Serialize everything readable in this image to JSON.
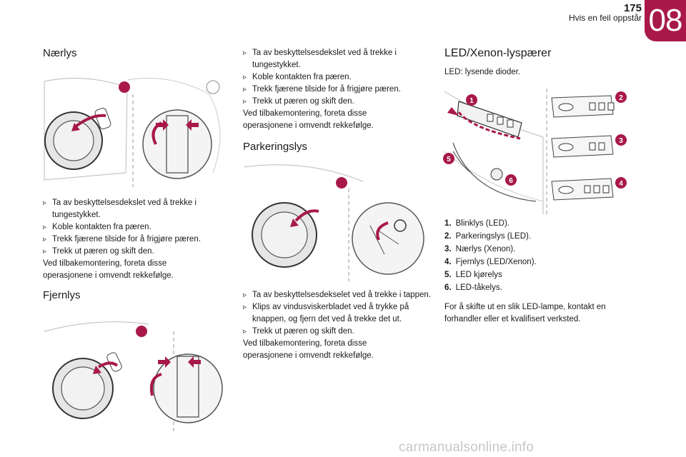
{
  "header": {
    "page_number": "175",
    "section": "Hvis en feil oppstår",
    "chapter": "08"
  },
  "col1": {
    "naerlys": {
      "title": "Nærlys",
      "steps": [
        "Ta av beskyttelsesdekslet ved å trekke i tungestykket.",
        "Koble kontakten fra pæren.",
        "Trekk fjærene tilside for å frigjøre pæren.",
        "Trekk ut pæren og skift den."
      ],
      "note": "Ved tilbakemontering, foreta disse operasjonene i omvendt rekkefølge."
    },
    "fjernlys": {
      "title": "Fjernlys"
    }
  },
  "col2": {
    "fjernlys_steps": [
      "Ta av beskyttelsesdekslet ved å trekke i tungestykket.",
      "Koble kontakten fra pæren.",
      "Trekk fjærene tilside for å frigjøre pæren.",
      "Trekk ut pæren og skift den."
    ],
    "fjernlys_note": "Ved tilbakemontering, foreta disse operasjonene i omvendt rekkefølge.",
    "parkeringslys": {
      "title": "Parkeringslys",
      "steps": [
        "Ta av beskyttelsesdekselet ved å trekke i tappen.",
        "Klips av vindusviskerbladet ved å trykke på knappen, og fjern det ved å trekke det ut.",
        "Trekk ut pæren og skift den."
      ],
      "note": "Ved tilbakemontering, foreta disse operasjonene i omvendt rekkefølge."
    }
  },
  "col3": {
    "title": "LED/Xenon-lyspærer",
    "intro": "LED: lysende dioder.",
    "items": [
      {
        "num": "1.",
        "text": "Blinklys (LED)."
      },
      {
        "num": "2.",
        "text": "Parkeringslys (LED)."
      },
      {
        "num": "3.",
        "text": "Nærlys (Xenon)."
      },
      {
        "num": "4.",
        "text": "Fjernlys (LED/Xenon)."
      },
      {
        "num": "5.",
        "text": "LED kjørelys"
      },
      {
        "num": "6.",
        "text": "LED-tåkelys."
      }
    ],
    "note": "For å skifte ut en slik LED-lampe, kontakt en forhandler eller et kvalifisert verksted.",
    "callouts": [
      "1",
      "2",
      "3",
      "4",
      "5",
      "6"
    ]
  },
  "footer": {
    "watermark": "carmanualsonline.info"
  },
  "colors": {
    "accent": "#a8194a"
  }
}
